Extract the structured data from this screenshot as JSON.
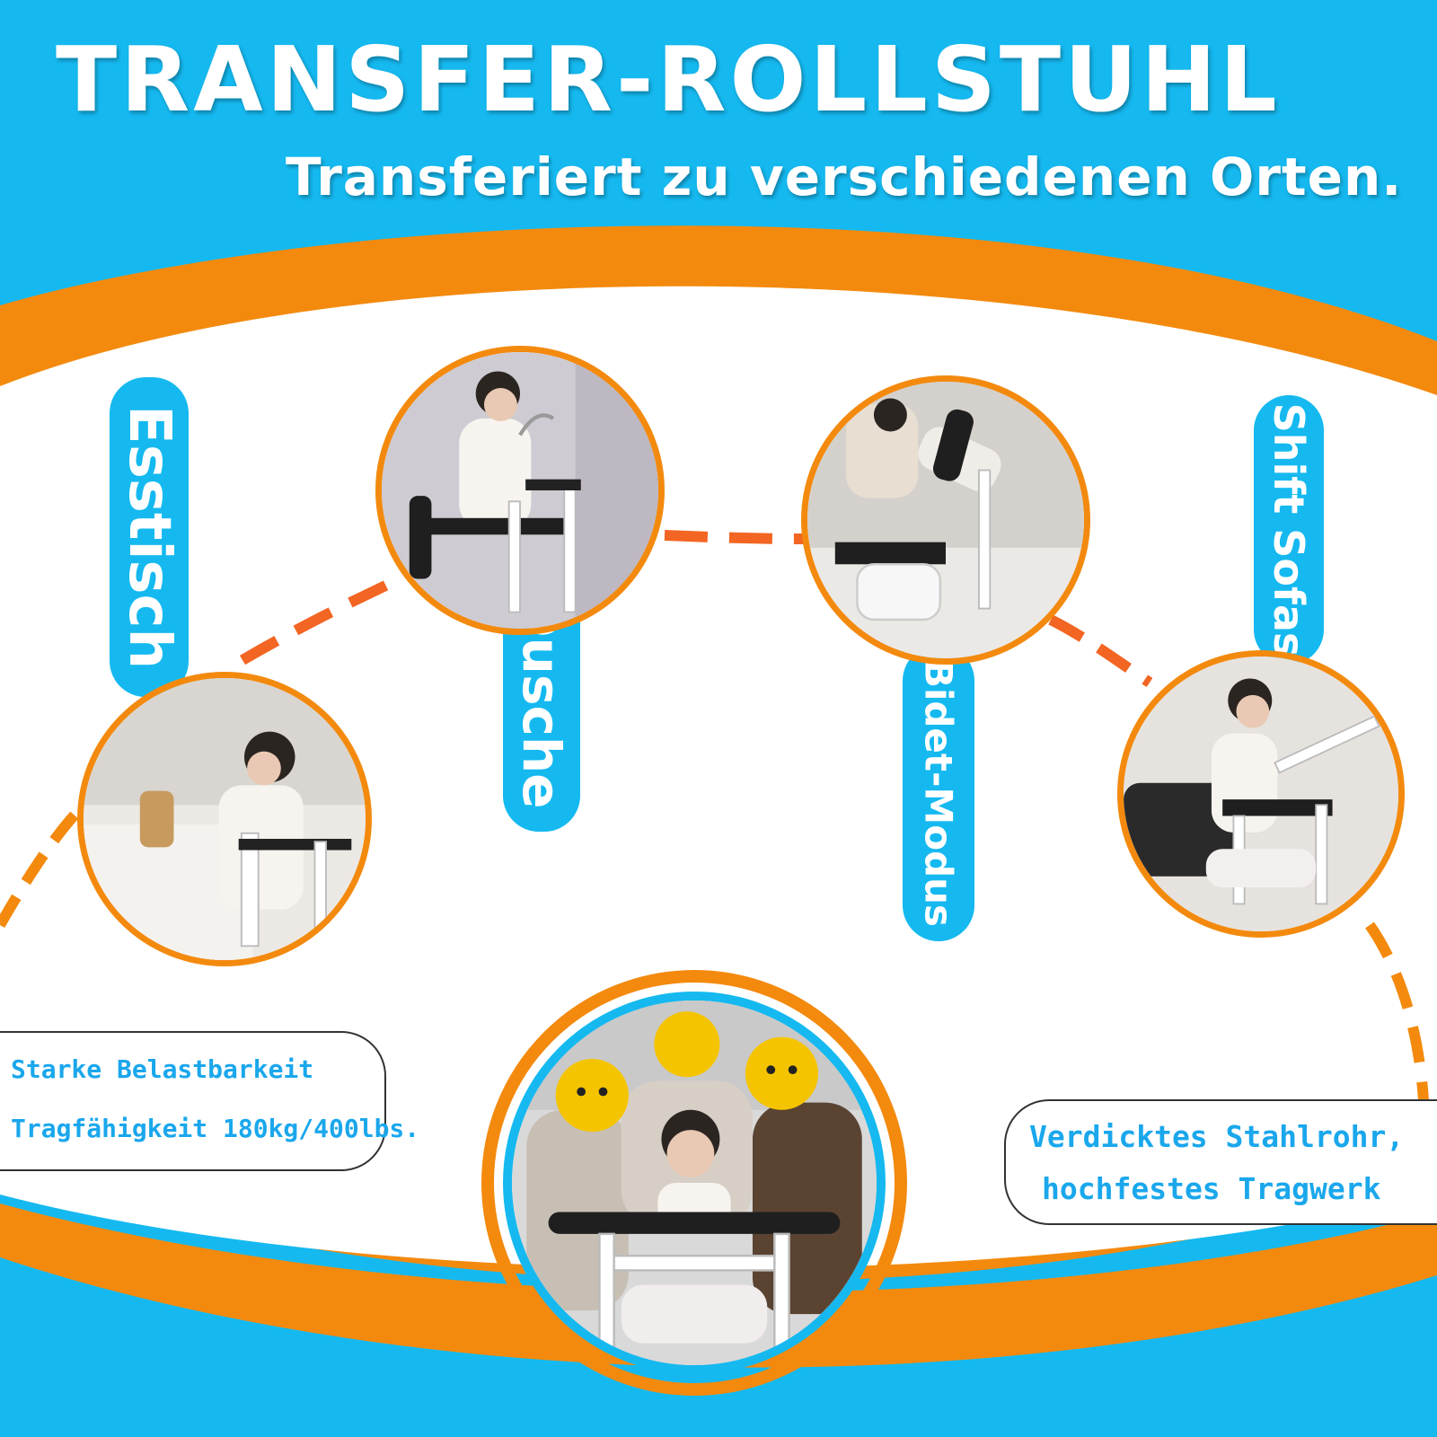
{
  "header": {
    "title": "TRANSFER-ROLLSTUHL",
    "subtitle": "Transferiert zu verschiedenen Orten."
  },
  "stations": [
    {
      "label": "Esstisch"
    },
    {
      "label": "Dusche"
    },
    {
      "label": "Bidet-Modus"
    },
    {
      "label": "Shift Sofas"
    }
  ],
  "features": {
    "load_line1": "Starke Belastbarkeit",
    "load_line2": "Tragfähigkeit 180kg/400lbs.",
    "steel_line1": "Verdicktes Stahlrohr,",
    "steel_line2": "hochfestes Tragwerk"
  },
  "colors": {
    "sky_blue": "#15b9f0",
    "orange": "#f38a0e",
    "path_orange": "#f26522",
    "white": "#ffffff"
  },
  "images": [
    {
      "name": "photo-esstisch",
      "subject": "woman seated in transfer chair at dining table"
    },
    {
      "name": "photo-dusche",
      "subject": "woman seated in chair holding shower head"
    },
    {
      "name": "photo-bidet",
      "subject": "caregiver assisting woman on chair over toilet"
    },
    {
      "name": "photo-sofa",
      "subject": "woman moving from chair to sofa"
    },
    {
      "name": "photo-group",
      "subject": "group of people posing around the wheelchair"
    }
  ]
}
